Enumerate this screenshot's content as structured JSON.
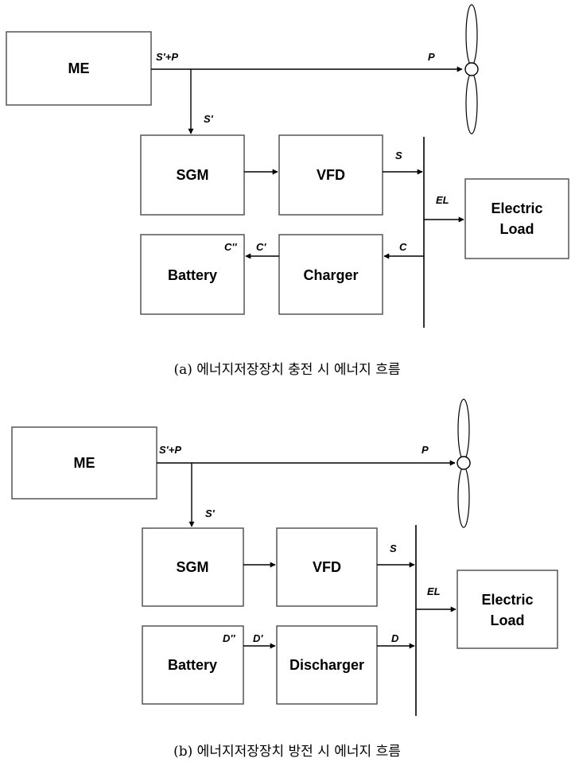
{
  "diagram_a": {
    "blocks": {
      "me": "ME",
      "sgm": "SGM",
      "vfd": "VFD",
      "battery": "Battery",
      "charger": "Charger",
      "load_line1": "Electric",
      "load_line2": "Load"
    },
    "flows": {
      "me_out": "S'+P",
      "prop": "P",
      "sgm_in": "S'",
      "vfd_out": "S",
      "el": "EL",
      "charge": "C",
      "charger_out": "C'",
      "battery_in": "C''"
    },
    "caption": "(a) 에너지저장장치 충전 시 에너지 흐름"
  },
  "diagram_b": {
    "blocks": {
      "me": "ME",
      "sgm": "SGM",
      "vfd": "VFD",
      "battery": "Battery",
      "discharger": "Discharger",
      "load_line1": "Electric",
      "load_line2": "Load"
    },
    "flows": {
      "me_out": "S'+P",
      "prop": "P",
      "sgm_in": "S'",
      "vfd_out": "S",
      "el": "EL",
      "discharge": "D",
      "discharger_in": "D'",
      "battery_out": "D''"
    },
    "caption": "(b) 에너지저장장치 방전 시 에너지 흐름"
  }
}
